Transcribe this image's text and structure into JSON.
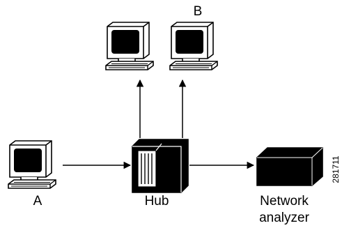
{
  "nodes": {
    "a": {
      "label": "A",
      "icon": "computer-icon"
    },
    "b": {
      "label": "B",
      "icon": "computer-icon"
    },
    "c": {
      "label": "",
      "icon": "computer-icon"
    },
    "hub": {
      "label": "Hub",
      "icon": "hub-icon"
    },
    "analyzer": {
      "label_line1": "Network",
      "label_line2": "analyzer",
      "icon": "network-analyzer-icon"
    }
  },
  "edges": [
    {
      "from": "A",
      "to": "Hub"
    },
    {
      "from": "Hub",
      "to": "Network analyzer"
    },
    {
      "from": "Hub",
      "to": "computer (left top)"
    },
    {
      "from": "Hub",
      "to": "B"
    }
  ],
  "reference_number": "281711",
  "colors": {
    "stroke": "#000000",
    "fill": "#ffffff",
    "screen": "#000000"
  }
}
